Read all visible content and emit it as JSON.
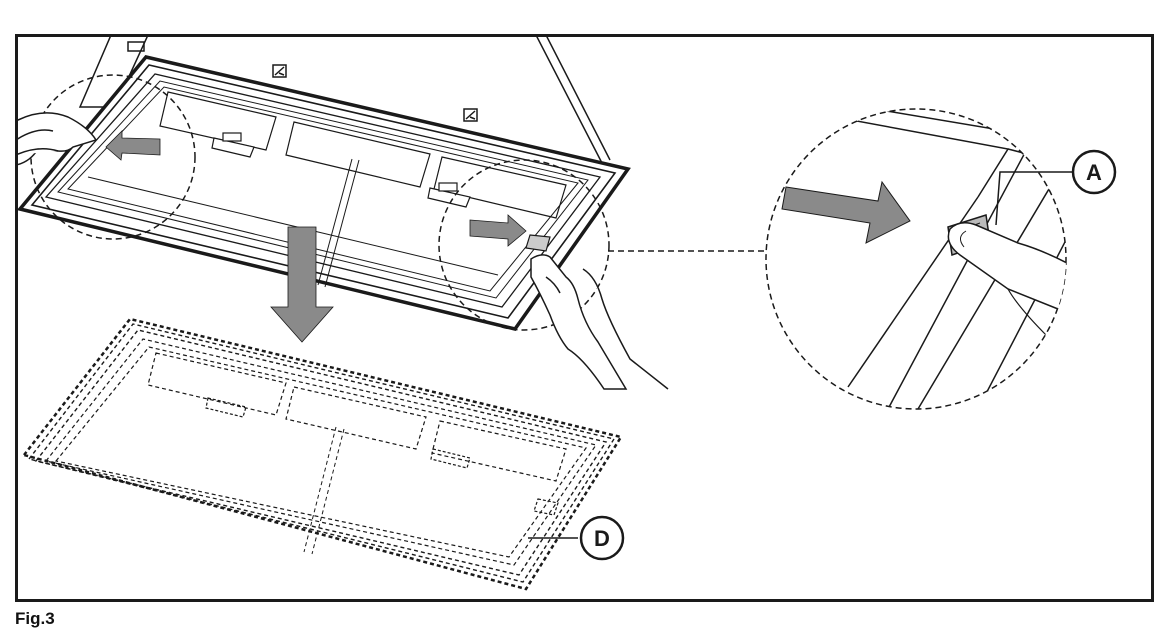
{
  "figure": {
    "caption": "Fig.3",
    "callouts": {
      "a": "A",
      "d": "D"
    }
  },
  "colors": {
    "line": "#1a1a1a",
    "arrow_fill": "#8a8a8a",
    "panel_fill": "#ffffff"
  }
}
